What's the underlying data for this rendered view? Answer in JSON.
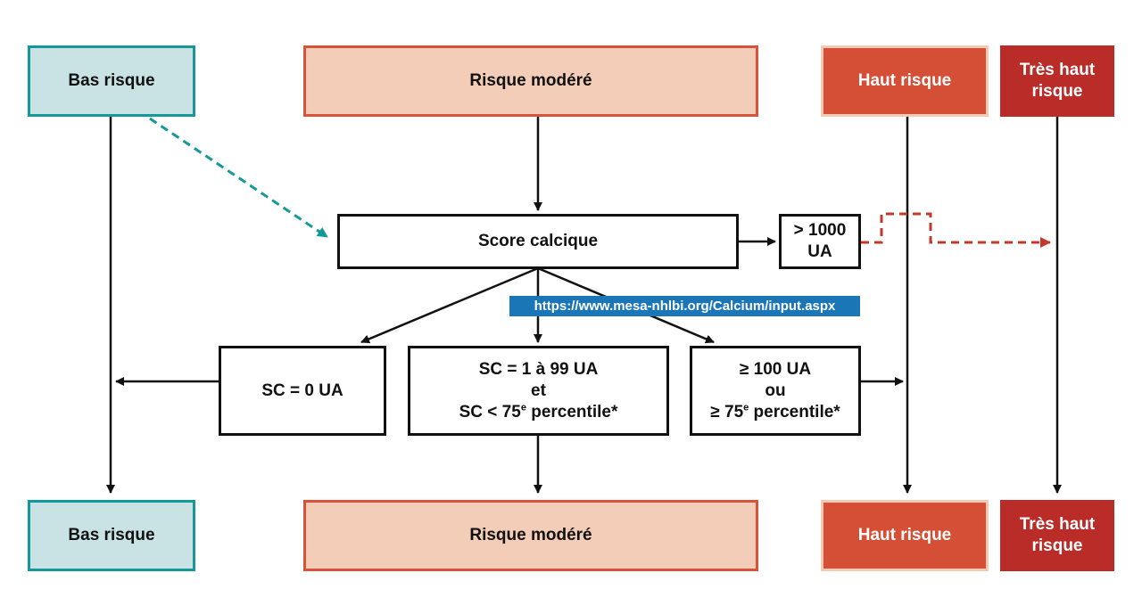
{
  "top_row": {
    "low": "Bas risque",
    "moderate": "Risque modéré",
    "high": "Haut risque",
    "very_high": "Très haut risque"
  },
  "score_box": "Score calcique",
  "threshold_box": "> 1000 UA",
  "url": "https://www.mesa-nhlbi.org/Calcium/input.aspx",
  "outcomes": {
    "zero": "SC = 0 UA",
    "mid_line1": "SC = 1 à 99 UA",
    "mid_line2": "et",
    "mid_line3_pre": "SC < 75",
    "mid_line3_sup": "e",
    "mid_line3_post": " percentile*",
    "high_line1": "≥ 100 UA",
    "high_line2": "ou",
    "high_line3_pre": "≥ 75",
    "high_line3_sup": "e",
    "high_line3_post": " percentile*"
  },
  "bottom_row": {
    "low": "Bas risque",
    "moderate": "Risque modéré",
    "high": "Haut risque",
    "very_high": "Très haut risque"
  },
  "colors": {
    "low_fill": "#c9e2e3",
    "low_border": "#14999a",
    "moderate_fill": "#f4cdb8",
    "moderate_border": "#d9533a",
    "high_fill": "#d44f35",
    "very_high_fill": "#b92c28",
    "url_bg": "#1a76b6",
    "red_dash": "#c0392b"
  }
}
